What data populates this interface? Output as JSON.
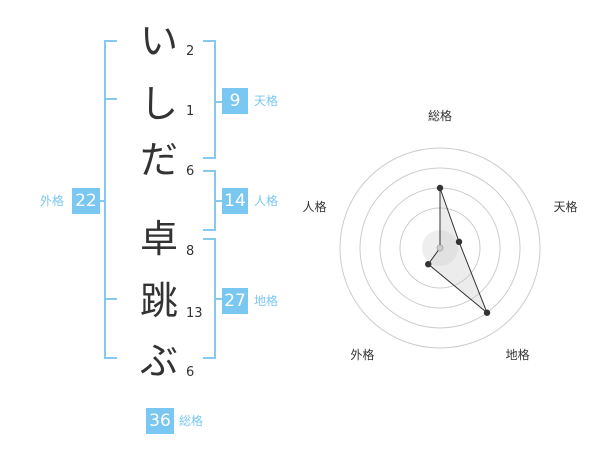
{
  "name_chars": [
    {
      "char": "い",
      "strokes": "2"
    },
    {
      "char": "し",
      "strokes": "1"
    },
    {
      "char": "だ",
      "strokes": "6"
    },
    {
      "char": "卓",
      "strokes": "8"
    },
    {
      "char": "跳",
      "strokes": "13"
    },
    {
      "char": "ぶ",
      "strokes": "6"
    }
  ],
  "fortune": {
    "tenkaku": {
      "value": "9",
      "label": "天格"
    },
    "jinkaku": {
      "value": "14",
      "label": "人格"
    },
    "chikaku": {
      "value": "27",
      "label": "地格"
    },
    "gaikaku": {
      "value": "22",
      "label": "外格"
    },
    "soukaku": {
      "value": "36",
      "label": "総格"
    }
  },
  "colors": {
    "accent": "#7ac7f2",
    "bracket": "#86c8ee",
    "text": "#333333"
  },
  "chart_data": {
    "type": "radar",
    "axes": [
      "総格",
      "天格",
      "地格",
      "外格",
      "人格"
    ],
    "values": [
      3,
      1,
      4,
      1,
      0
    ],
    "max": 5,
    "rings": 4,
    "grid": true
  }
}
